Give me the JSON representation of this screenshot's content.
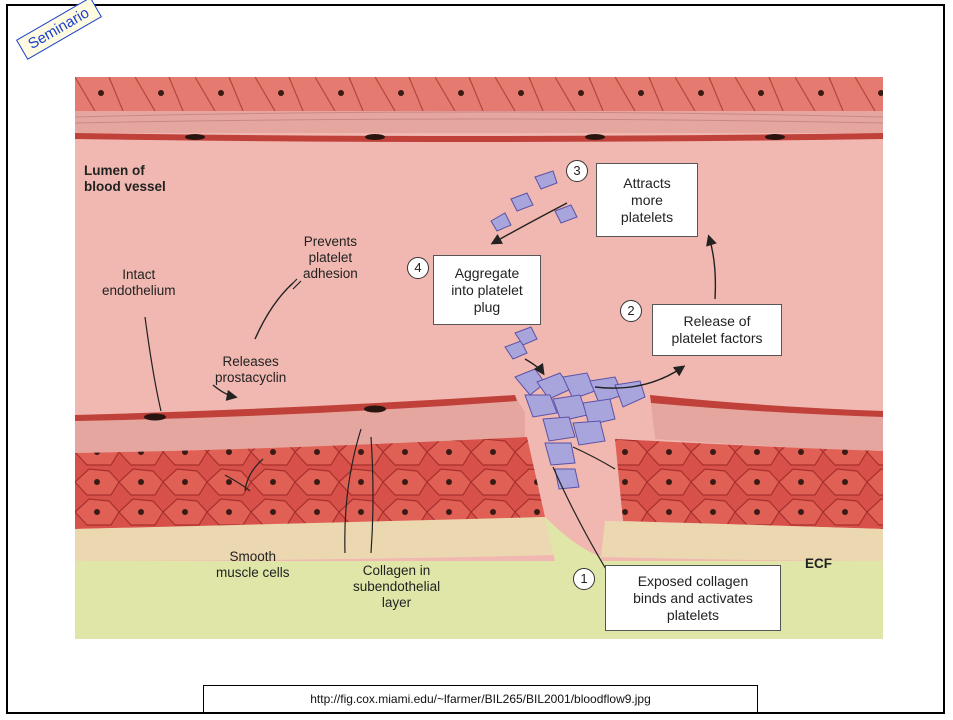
{
  "badge": "Seminario",
  "diagram": {
    "lumen_label": "Lumen of\nblood vessel",
    "ecf_label": "ECF",
    "intact_endothelium": "Intact\nendothelium",
    "releases_prostacyclin": "Releases\nprostacyclin",
    "prevents_adhesion": "Prevents\nplatelet\nadhesion",
    "smooth_muscle": "Smooth\nmuscle cells",
    "collagen_layer": "Collagen in\nsubendothelial\nlayer",
    "steps": [
      {
        "number": "1",
        "text": "Exposed collagen\nbinds and activates\nplatelets"
      },
      {
        "number": "2",
        "text": "Release of\nplatelet factors"
      },
      {
        "number": "3",
        "text": "Attracts\nmore\nplatelets"
      },
      {
        "number": "4",
        "text": "Aggregate\ninto platelet\nplug"
      }
    ]
  },
  "source_url": "http://fig.cox.miami.edu/~lfarmer/BIL265/BIL2001/bloodflow9.jpg"
}
